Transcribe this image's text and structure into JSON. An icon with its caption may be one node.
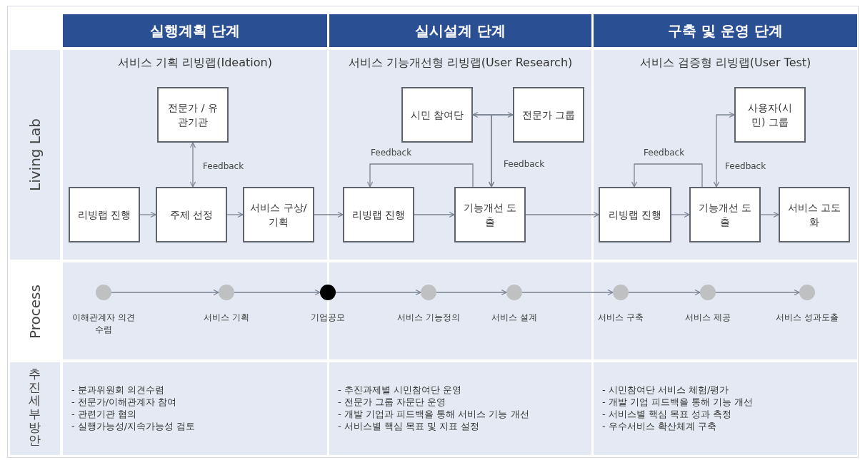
{
  "diagram": {
    "nodes": [
      {
        "text": [
          "실행계획 단계"
        ]
      },
      {
        "text": [
          "실시설계 단계"
        ]
      },
      {
        "text": [
          "구축 및 운영 단계"
        ]
      },
      {
        "text": [
          "전문가 / 유관기관"
        ]
      },
      {
        "text": [
          "리빙랩 진행"
        ]
      },
      {
        "text": [
          "주제 선정"
        ]
      },
      {
        "text": [
          "서비스 구상/기획"
        ]
      },
      {
        "text": [
          "시민 참여단"
        ]
      },
      {
        "text": [
          "전문가 그룹"
        ]
      },
      {
        "text": [
          "리빙랩 진행"
        ]
      },
      {
        "text": [
          "기능개선 도출"
        ]
      },
      {
        "text": [
          "사용자(시민) 그룹"
        ]
      },
      {
        "text": [
          "리빙랩 진행"
        ]
      },
      {
        "text": [
          "기능개선 도출"
        ]
      },
      {
        "text": [
          "서비스 고도화"
        ]
      },
      {
        "text": [],
        "shape": "circle",
        "beside": [
          "이해관계자 의견수렴"
        ]
      },
      {
        "text": [],
        "shape": "circle",
        "beside": [
          "서비스 기획"
        ]
      },
      {
        "text": [],
        "shape": "circle",
        "beside": [
          "기업공모"
        ]
      },
      {
        "text": [],
        "shape": "circle",
        "beside": [
          "서비스 기능정의"
        ]
      },
      {
        "text": [],
        "shape": "circle",
        "beside": [
          "서비스 설계"
        ]
      },
      {
        "text": [],
        "shape": "circle",
        "beside": [
          "서비스 구축"
        ]
      },
      {
        "text": [],
        "shape": "circle",
        "beside": [
          "서비스 제공"
        ]
      },
      {
        "text": [],
        "shape": "circle",
        "beside": [
          "서비스 성과도출"
        ]
      }
    ],
    "edges": [
      {
        "from": 4,
        "to": 5,
        "arrow": "to"
      },
      {
        "from": 5,
        "to": 6,
        "arrow": "to"
      },
      {
        "from": 3,
        "to": 5,
        "arrow": "both",
        "label": "Feedback"
      },
      {
        "from": 6,
        "to": 9,
        "arrow": "to"
      },
      {
        "from": 7,
        "to": 8,
        "arrow": "both"
      },
      {
        "from": 7,
        "to": 10,
        "arrow": "to",
        "label": "Feedback"
      },
      {
        "from": 8,
        "to": 10,
        "arrow": "to"
      },
      {
        "from": 10,
        "to": 9,
        "arrow": "to",
        "label": "Feedback"
      },
      {
        "from": 9,
        "to": 10,
        "arrow": "to"
      },
      {
        "from": 10,
        "to": 12,
        "arrow": "to"
      },
      {
        "from": 12,
        "to": 13,
        "arrow": "to"
      },
      {
        "from": 13,
        "to": 12,
        "arrow": "to",
        "label": "Feedback"
      },
      {
        "from": 13,
        "to": 11,
        "arrow": "both",
        "label": "Feedback"
      },
      {
        "from": 13,
        "to": 14,
        "arrow": "to"
      },
      {
        "from": 15,
        "to": 16,
        "arrow": "to"
      },
      {
        "from": 16,
        "to": 17,
        "arrow": "to"
      },
      {
        "from": 17,
        "to": 18,
        "arrow": "to"
      },
      {
        "from": 18,
        "to": 19,
        "arrow": "to"
      },
      {
        "from": 19,
        "to": 20,
        "arrow": "to"
      },
      {
        "from": 20,
        "to": 21,
        "arrow": "to"
      },
      {
        "from": 21,
        "to": 22,
        "arrow": "to"
      }
    ],
    "labels": [
      "Living Lab",
      "서비스 기획 리빙랩(Ideation)",
      "서비스 기능개선형 리빙랩(User Research)",
      "서비스 검증형 리빙랩(User Test)",
      "Process",
      "추진세부방안",
      "- 분과위원회 의견수렴",
      "- 전문가/이해관계자 참여",
      "- 관련기관 협의",
      "- 실행가능성/지속가능성 검토",
      "- 추진과제별 시민참여단 운영",
      "- 전문가 그룹 자문단 운영",
      "- 개발 기업과 피드백을 통해 서비스 기능 개선",
      "- 서비스별 핵심 목표 및 지표 설정",
      "- 시민참여단 서비스 체험/평가",
      "- 개발 기업 피드백을 통해 기능 개선",
      "- 서비스별 핵심 목표 성과 측정",
      "- 우수서비스 확산체계 구축"
    ]
  }
}
